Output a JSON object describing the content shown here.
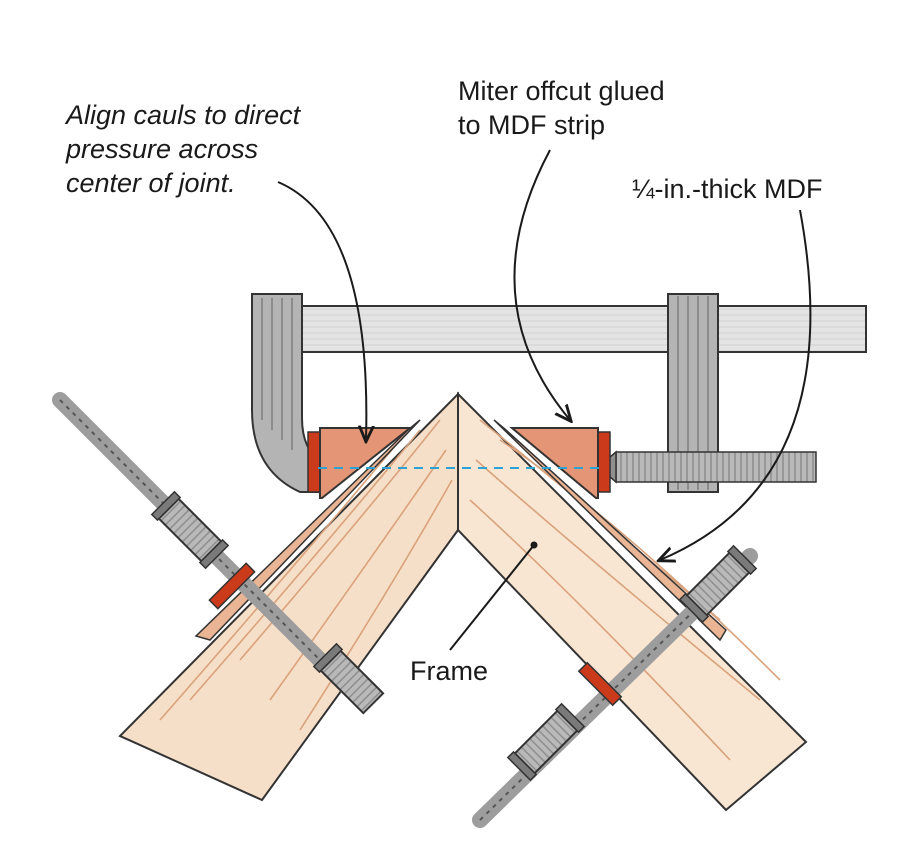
{
  "annotations": {
    "align_cauls": {
      "lines": [
        "Align cauls to direct",
        "pressure across",
        "center of joint."
      ]
    },
    "miter_offcut": {
      "lines": [
        "Miter offcut glued",
        "to MDF strip"
      ]
    },
    "mdf": {
      "text": "¼-in.-thick MDF"
    },
    "frame": {
      "text": "Frame"
    }
  },
  "colors": {
    "wood_light": "#f6dfc8",
    "wood_grain": "#d9a27c",
    "caul": "#e49575",
    "caul_dark": "#c9603e",
    "mdf_edge": "#cc3a1c",
    "steel": "#a6a6a6",
    "steel_dark": "#6e6e6e",
    "bar": "#e9e9e9",
    "centerline": "#2aa2d6"
  }
}
